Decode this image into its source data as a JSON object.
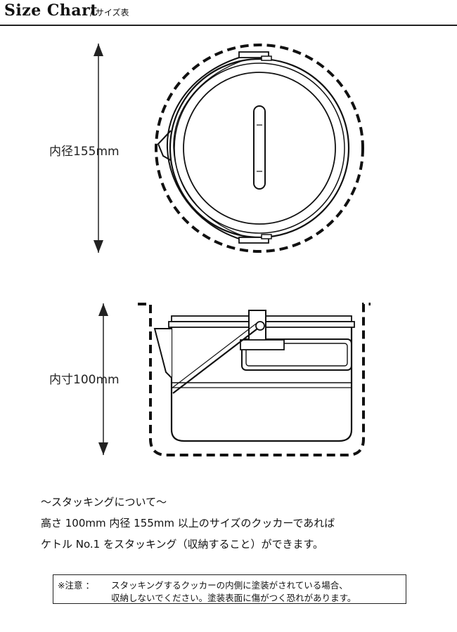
{
  "header": {
    "title": "Size Chart",
    "subtitle": "/ サイズ表"
  },
  "diagram": {
    "top_view_dimension": "内径155mm",
    "side_view_dimension": "内寸100mm"
  },
  "stacking": {
    "heading": "〜スタッキングについて〜",
    "line1": "高さ 100mm 内径 155mm 以上のサイズのクッカーであれば",
    "line2": "ケトル No.1 をスタッキング（収納すること）ができます。"
  },
  "notice": {
    "label": "※注意 ：",
    "line1": "スタッキングするクッカーの内側に塗装がされている場合、",
    "line2": "収納しないでください。塗装表面に傷がつく恐れがあります。"
  }
}
